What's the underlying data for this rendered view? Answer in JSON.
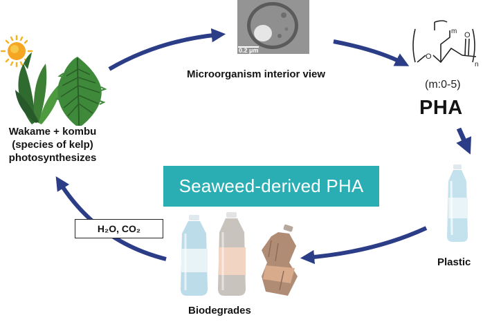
{
  "title": "Seaweed-derived PHA",
  "stages": {
    "kelp": "Wakame + kombu (species of kelp) photosynthesizes",
    "microorganism": "Microorganism interior view",
    "pha_formula_note": "(m:0-5)",
    "pha": "PHA",
    "plastic": "Plastic",
    "biodegrades": "Biodegrades"
  },
  "cycle_output": "H₂O, CO₂",
  "micrograph": {
    "scale_bar": "0.2 μm"
  },
  "structure": {
    "subscript_m": "m",
    "subscript_n": "n",
    "oxygen": "O"
  },
  "colors": {
    "arrow": "#2b3d86",
    "banner": "#2aaeb4",
    "kelp_dark": "#2f6a2e",
    "kelp_light": "#4e9a3f",
    "sun": "#f5b321",
    "bottle": "#b9dce9"
  }
}
